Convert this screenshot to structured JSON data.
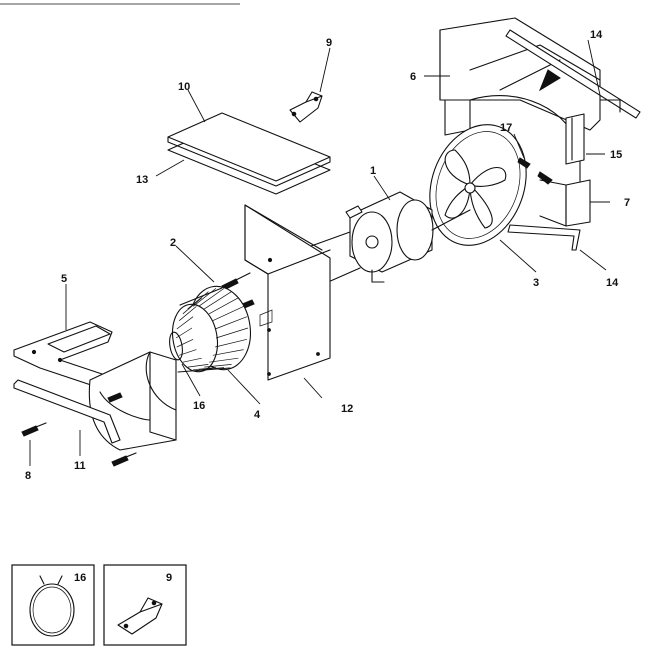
{
  "callouts": {
    "c1": "1",
    "c2": "2",
    "c3": "3",
    "c4": "4",
    "c5": "5",
    "c6": "6",
    "c7": "7",
    "c8": "8",
    "c9": "9",
    "c10": "10",
    "c11": "11",
    "c12": "12",
    "c13": "13",
    "c14a": "14",
    "c14b": "14",
    "c15": "15",
    "c16": "16",
    "c17": "17"
  },
  "insets": {
    "left_label": "16",
    "right_label": "9"
  },
  "icons": [
    "motor",
    "fan-blade",
    "blower-wheel",
    "scroll-housing",
    "bracket",
    "clamp-ring",
    "filter-panel",
    "shroud"
  ]
}
